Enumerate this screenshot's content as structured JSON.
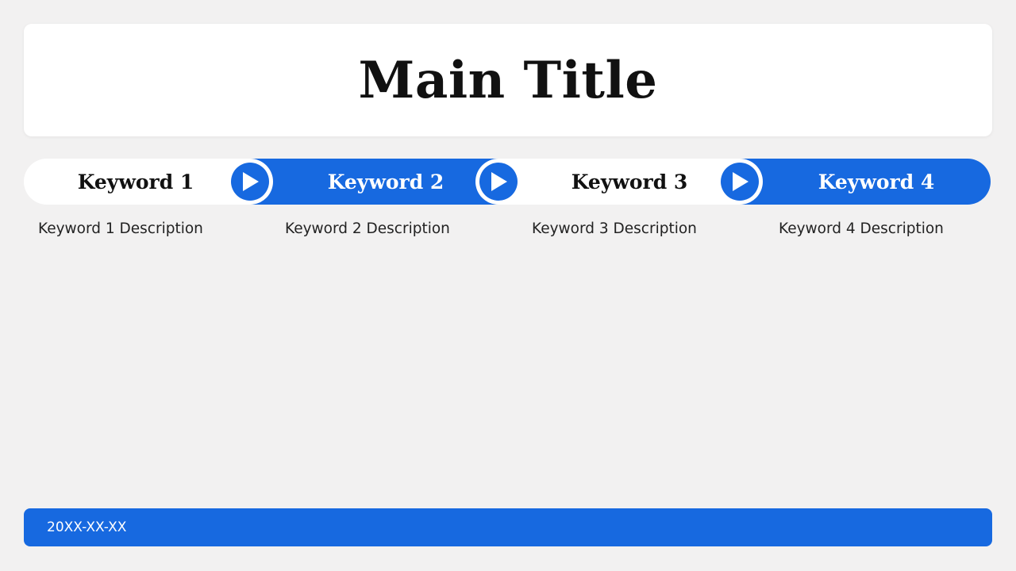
{
  "slide": {
    "title": "Main Title",
    "date": "20XX-XX-XX"
  },
  "steps": [
    {
      "keyword": "Keyword 1",
      "description": "Keyword 1 Description",
      "style": "white"
    },
    {
      "keyword": "Keyword 2",
      "description": "Keyword 2 Description",
      "style": "blue"
    },
    {
      "keyword": "Keyword 3",
      "description": "Keyword 3 Description",
      "style": "white"
    },
    {
      "keyword": "Keyword 4",
      "description": "Keyword 4 Description",
      "style": "blue"
    }
  ],
  "icons": {
    "step_arrow": "play-icon"
  },
  "colors": {
    "background": "#f2f1f1",
    "accent": "#1769e0",
    "card": "#ffffff",
    "text": "#111111"
  }
}
